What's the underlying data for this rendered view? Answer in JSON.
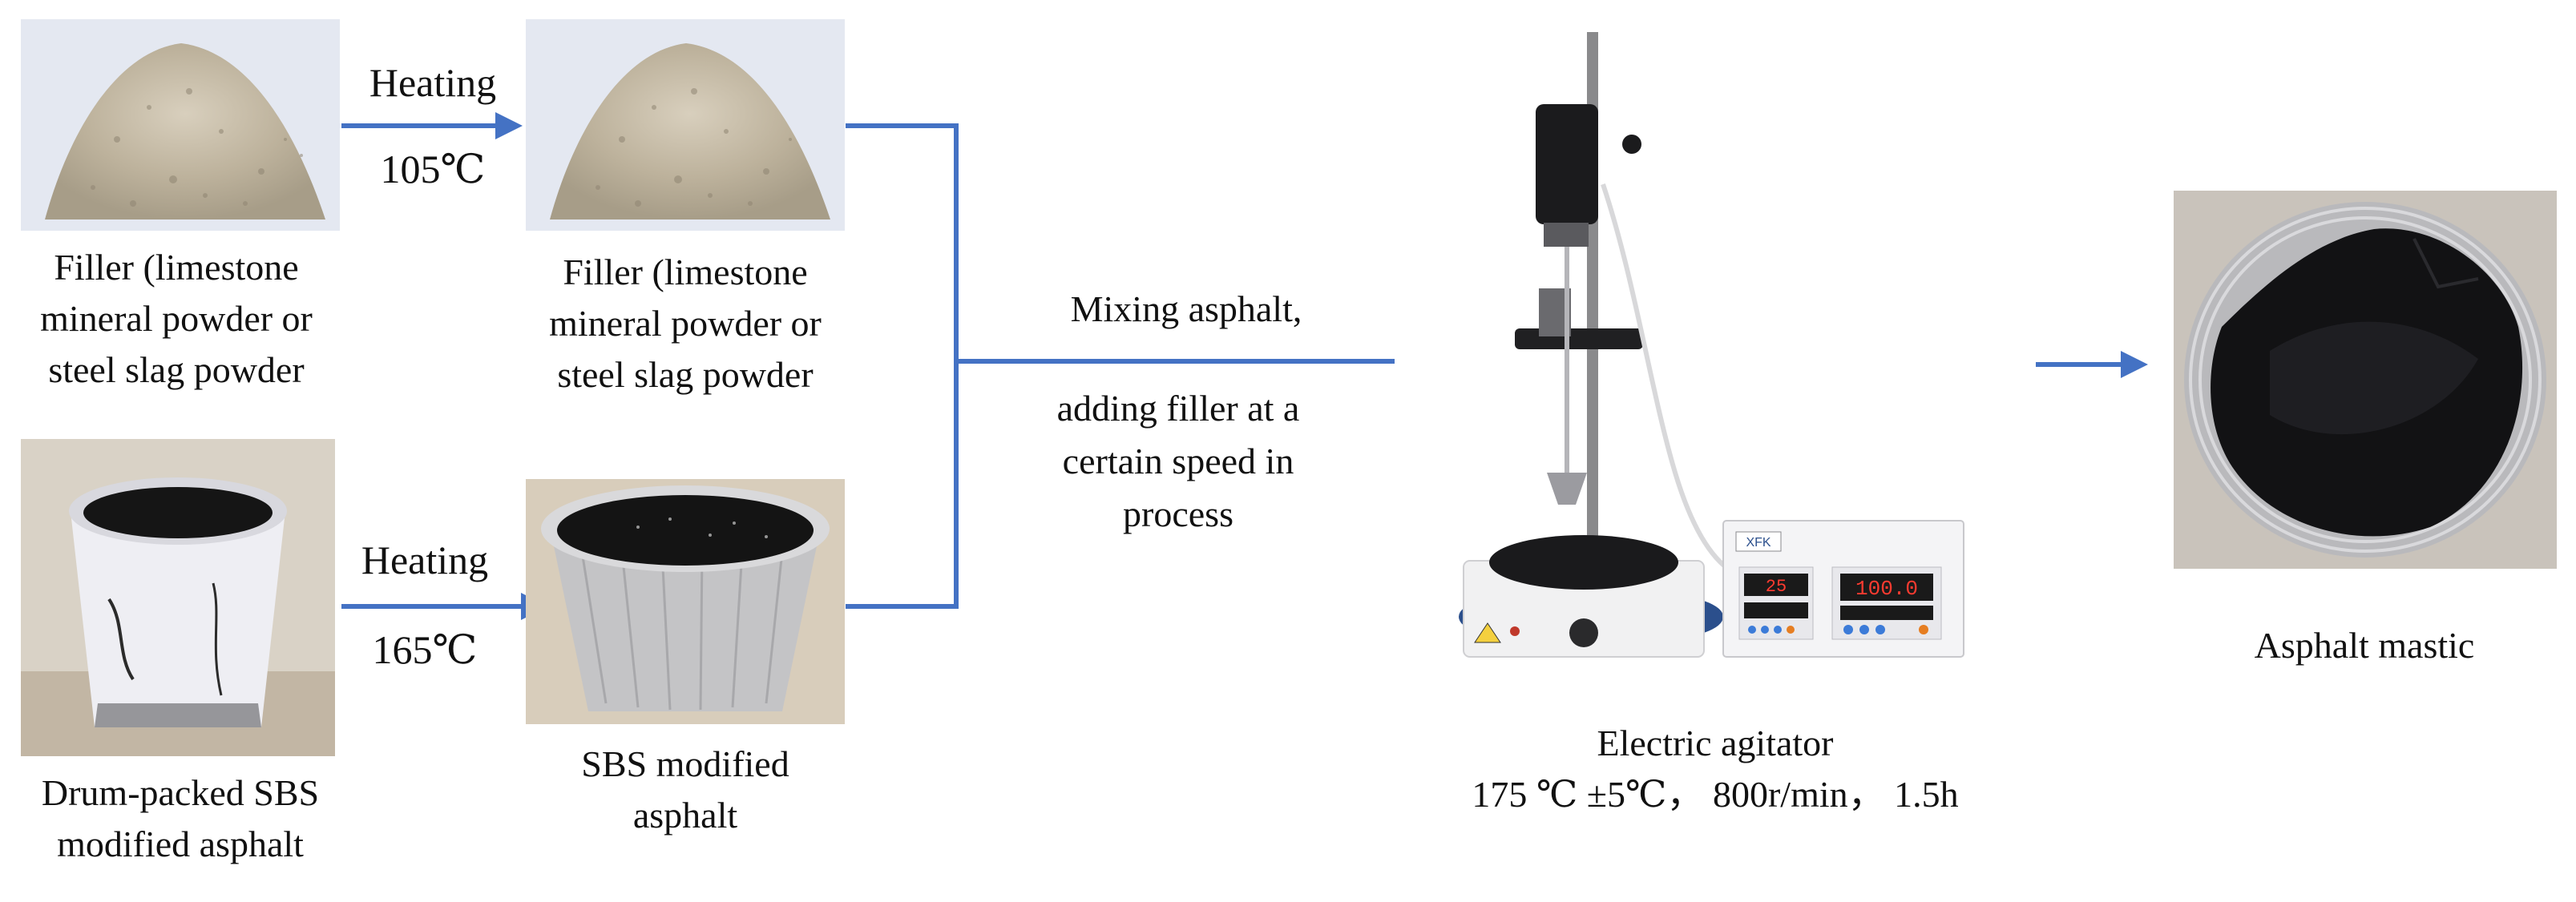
{
  "nodes": {
    "filler_raw": {
      "label_lines": [
        "Filler (limestone",
        "mineral powder or",
        "steel slag powder"
      ]
    },
    "filler_heated": {
      "label_lines": [
        "Filler (limestone",
        "mineral powder or",
        "steel slag powder"
      ]
    },
    "drum_asphalt": {
      "label_lines": [
        "Drum-packed SBS",
        "modified asphalt"
      ]
    },
    "sbs_heated": {
      "label_lines": [
        "SBS modified",
        "asphalt"
      ]
    },
    "agitator": {
      "label_lines": [
        "Electric agitator",
        "175 ℃ ±5℃， 800r/min， 1.5h"
      ],
      "panel_brand": "XFK",
      "display_left": "25",
      "display_right": "100.0"
    },
    "mastic": {
      "label_lines": [
        "Asphalt mastic"
      ]
    }
  },
  "edges": {
    "heating_top": {
      "line1": "Heating",
      "line2": "105℃"
    },
    "heating_bottom": {
      "line1": "Heating",
      "line2": "165℃"
    },
    "mixing": {
      "lines": [
        "Mixing asphalt,",
        "adding filler at a",
        "certain speed in",
        "process"
      ]
    }
  },
  "colors": {
    "arrow": "#4472C4",
    "powder_bg": "#e6e9f2",
    "asphalt_black": "#141414",
    "foil": "#c9c9c9"
  }
}
